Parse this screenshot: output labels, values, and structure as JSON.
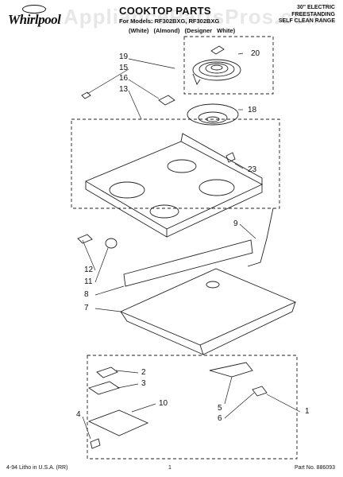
{
  "header": {
    "brand": "Whirlpool",
    "title": "COOKTOP PARTS",
    "subtitle": "For Models: RF302BXG, RF302BXG",
    "variants": "(White)  (Almond)  (Designer White)",
    "range_info": [
      "30\" ELECTRIC",
      "FREESTANDING",
      "SELF CLEAN RANGE"
    ]
  },
  "watermark": "AppliancePartsPros.com",
  "callouts": [
    {
      "id": "c20",
      "text": "20"
    },
    {
      "id": "c19",
      "text": "19"
    },
    {
      "id": "c15",
      "text": "15"
    },
    {
      "id": "c16",
      "text": "16"
    },
    {
      "id": "c13",
      "text": "13"
    },
    {
      "id": "c18",
      "text": "18"
    },
    {
      "id": "c23",
      "text": "23"
    },
    {
      "id": "c9",
      "text": "9"
    },
    {
      "id": "c12",
      "text": "12"
    },
    {
      "id": "c11",
      "text": "11"
    },
    {
      "id": "c8",
      "text": "8"
    },
    {
      "id": "c7",
      "text": "7"
    },
    {
      "id": "c2",
      "text": "2"
    },
    {
      "id": "c3",
      "text": "3"
    },
    {
      "id": "c10",
      "text": "10"
    },
    {
      "id": "c4",
      "text": "4"
    },
    {
      "id": "c5",
      "text": "5"
    },
    {
      "id": "c6",
      "text": "6"
    },
    {
      "id": "c1",
      "text": "1"
    }
  ],
  "footer": {
    "left": "4-94 Litho in U.S.A. (RR)",
    "center": "1",
    "right": "Part No. 886093"
  }
}
